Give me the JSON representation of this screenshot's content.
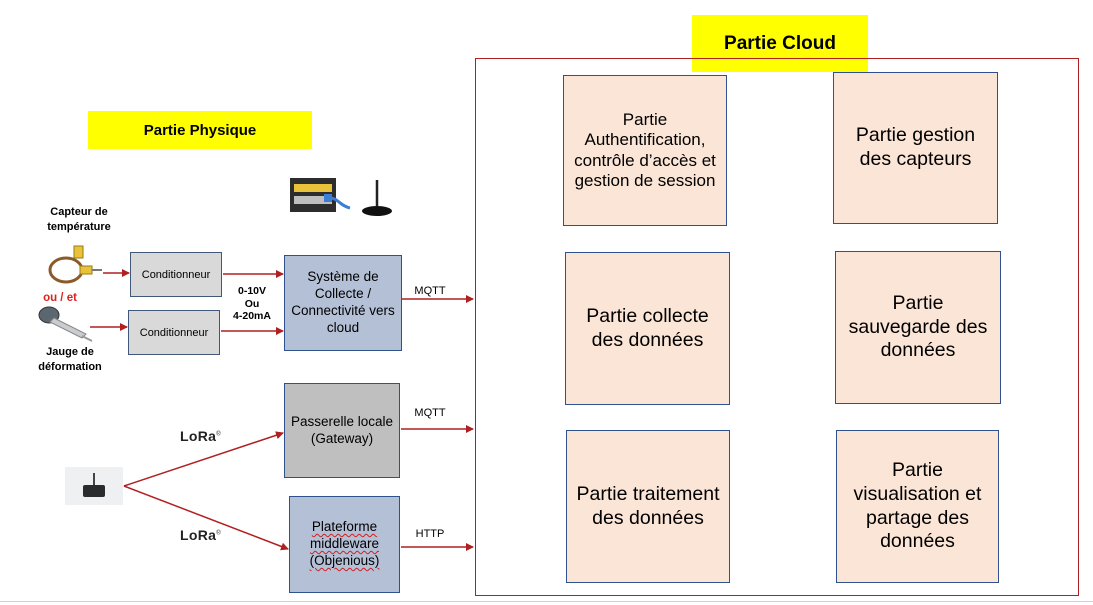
{
  "labels": {
    "cloud_title": "Partie Cloud",
    "physical_title": "Partie Physique"
  },
  "cloud_modules": {
    "auth": "Partie Authentification, contrôle d’accès et gestion de session",
    "sensor_mgmt": "Partie gestion des capteurs",
    "collection": "Partie collecte des données",
    "backup": "Partie sauvegarde des données",
    "processing": "Partie traitement des données",
    "visualization": "Partie visualisation et partage des données"
  },
  "physical": {
    "temp_sensor_line1": "Capteur de",
    "temp_sensor_line2": "température",
    "or_and": "ou / et",
    "strain_line1": "Jauge de",
    "strain_line2": "déformation",
    "conditioner_1": "Conditionneur",
    "conditioner_2": "Conditionneur",
    "signal_line1": "0-10V",
    "signal_line2": "Ou",
    "signal_line3": "4-20mA",
    "collect_system": "Système de Collecte / Connectivité vers cloud",
    "gateway": "Passerelle locale (Gateway)",
    "middleware_line1": "Plateforme",
    "middleware_line2": "middleware",
    "middleware_line3": "(Objenious)",
    "lora_1": "LoRa",
    "lora_2": "LoRa"
  },
  "protocols": {
    "mqtt_1": "MQTT",
    "mqtt_2": "MQTT",
    "http": "HTTP"
  },
  "colors": {
    "arrow": "#b02020",
    "highlight": "#ffff00",
    "module_fill": "#fbe5d6",
    "module_border": "#2f528f"
  }
}
